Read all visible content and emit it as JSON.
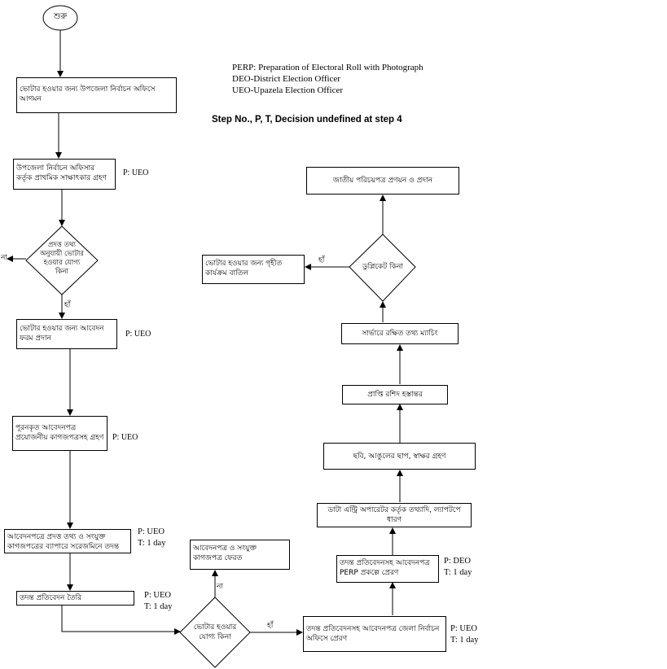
{
  "legend": [
    "PERP: Preparation of Electoral Roll with Photograph",
    "DEO-District Election Officer",
    "UEO-Upazela Election Officer"
  ],
  "title": "Step No., P, T, Decision undefined at step 4",
  "start": "শুরু",
  "steps": {
    "s1": "ভোটার হওয়ার জন্য উপজেলা নির্বাচন অফিসে আগমন",
    "s2": "উপজেলা নির্বাচন অফিসার কর্তৃক প্রাথমিক সাক্ষাৎকার গ্রহণ",
    "d1": "প্রদত্ত তথ্য অনুযায়ী ভোটার হওয়ার যোগ্য কিনা",
    "s3": "ভোটার হওয়ার জন্য আবেদন ফরম প্রদান",
    "s4": "পূরনকৃত আবেদনপত্র প্রয়োজনীয় কাগজপত্রসহ গ্রহণ",
    "s5": "আবেদনপত্রে প্রদত্ত তথ্য ও সংযুক্ত কাগজপত্রের ব্যাপারে সরেজমিনে তদন্ত",
    "s6": "তদন্ত প্রতিবেদন তৈরি",
    "d2": "ভোটার হওয়ার যোগ্য কিনা",
    "reject": "আবেদনপত্র ও সংযুক্ত কাগজপত্র ফেরত",
    "s7": "তদন্ত প্রতিবেদনসহ আবেদনপত্র জেলা নির্বাচন অফিসে প্রেরণ",
    "s8": "তদন্ত প্রতিবেদনসহ আবেদনপত্র PERP প্রকল্পে প্রেরণ",
    "s9": "ডাটা এন্ট্রি অপারেটর কর্তৃক তথ্যাদি, ল্যাপটপে ধারণ",
    "s10": "ছবি, আঙুলের ছাপ, স্বাক্ষর গ্রহণ",
    "s11": "প্রাপ্তি রশিদ হস্তান্তর",
    "s12": "সার্ভারে রক্ষিত তথ্য ম্যাচিং",
    "d3": "ডুপ্লিকেট কিনা",
    "cancel": "ভোটার হওয়ার জন্য গৃহীত কার্যক্রম বাতিল",
    "final": "জাতীয় পরিচয়পত্র প্রণয়ন ও প্রদান"
  },
  "labels": {
    "p_s2": "P: UEO",
    "p_s3": "P: UEO",
    "p_s4": "P: UEO",
    "p_s5": "P: UEO",
    "t_s5": "T: 1 day",
    "p_s6": "P: UEO",
    "t_s6": "T: 1 day",
    "p_s7": "P: UEO",
    "t_s7": "T: 1 day",
    "p_s8": "P: DEO",
    "t_s8": "T: 1 day"
  },
  "edges": {
    "d1_no": "না",
    "d1_yes": "হাঁ",
    "d2_no": "না",
    "d2_yes": "হাঁ",
    "d3_yes": "হাঁ"
  }
}
